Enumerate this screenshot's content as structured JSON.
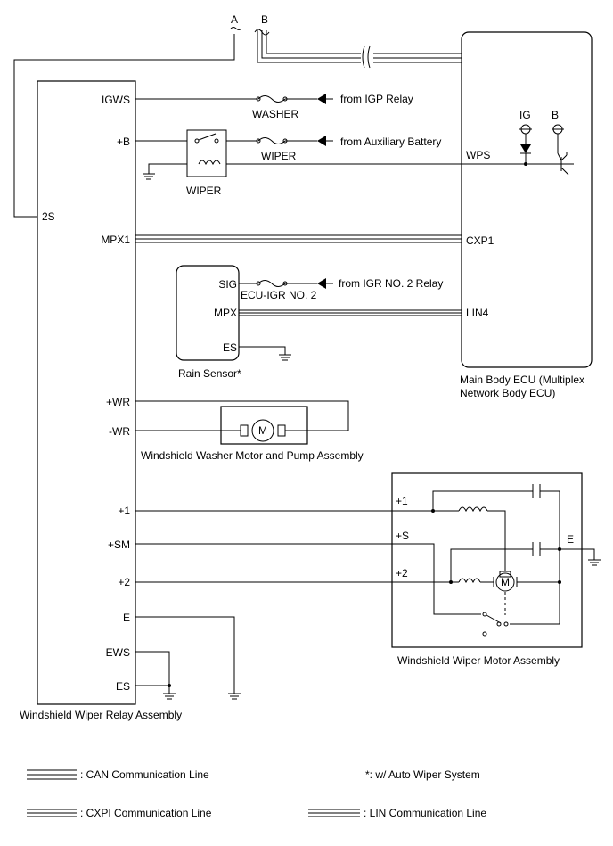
{
  "connectors": {
    "a": "A",
    "b": "B"
  },
  "relay_assembly": {
    "title": "Windshield Wiper Relay Assembly",
    "pins": {
      "igws": "IGWS",
      "plus_b": "+B",
      "two_s": "2S",
      "mpx1": "MPX1",
      "plus_wr": "+WR",
      "minus_wr": "-WR",
      "plus_1": "+1",
      "plus_sm": "+SM",
      "plus_2": "+2",
      "e": "E",
      "ews": "EWS",
      "es": "ES"
    }
  },
  "fuses": {
    "washer": "WASHER",
    "wiper": "WIPER",
    "ecu_igr": "ECU-IGR NO. 2"
  },
  "sources": {
    "igp": "from IGP Relay",
    "aux_battery": "from Auxiliary Battery",
    "igr2": "from IGR NO. 2 Relay"
  },
  "wiper_relay_label": "WIPER",
  "main_ecu": {
    "title_line1": "Main Body ECU (Multiplex",
    "title_line2": "Network Body ECU)",
    "pins": {
      "wps": "WPS",
      "cxp1": "CXP1",
      "lin4": "LIN4"
    },
    "supply": {
      "ig": "IG",
      "b": "B"
    }
  },
  "rain_sensor": {
    "title": "Rain Sensor*",
    "pins": {
      "sig": "SIG",
      "mpx": "MPX",
      "es": "ES"
    }
  },
  "washer_motor": {
    "title": "Windshield Washer Motor and Pump Assembly",
    "motor": "M"
  },
  "wiper_motor": {
    "title": "Windshield Wiper Motor Assembly",
    "motor": "M",
    "pins": {
      "plus_1": "+1",
      "plus_s": "+S",
      "plus_2": "+2",
      "e": "E"
    }
  },
  "legend": {
    "can": ": CAN Communication Line",
    "cxpi": ": CXPI Communication Line",
    "lin": ": LIN Communication Line",
    "note": "*: w/ Auto Wiper System"
  }
}
